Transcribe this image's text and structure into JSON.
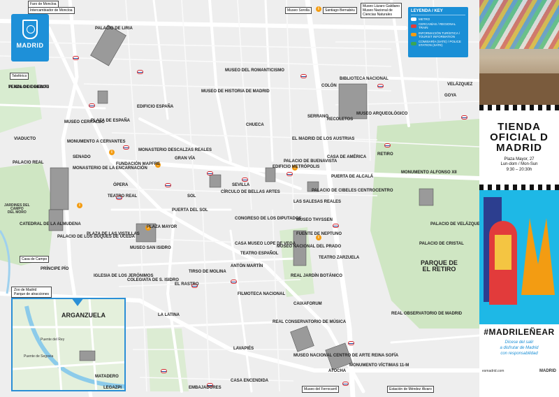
{
  "logo": {
    "text": "MADRID"
  },
  "header_tags": {
    "faro": "Faro de Moncloa",
    "intercambiador": "Intercambiador de Moncloa",
    "sorolla": "Museo Sorolla",
    "bernabeu": "Santiago Bernabéu",
    "museos_norte": "Museo Lázaro Galdiano\nMuseo Nacional de\nCiencias Naturales",
    "teleferico": "Teleférico",
    "casa_campo": "Casa de Campo",
    "ferrocarril": "Museo del Ferrocarril",
    "estacion_mendez": "Estación de Méndez Álvaro"
  },
  "legend": {
    "title": "LEYENDA / KEY",
    "items": [
      {
        "label": "METRO",
        "color": "#ffffff"
      },
      {
        "label": "CERCANÍAS / REGIONAL TRAIN",
        "color": "#e23b3b"
      },
      {
        "label": "INFORMACIÓN TURÍSTICA / TOURIST INFORMATION",
        "color": "#f39c12"
      },
      {
        "label": "COMISARÍA (SATE) / POLICE STATION (SATE)",
        "color": "#3aa655"
      }
    ]
  },
  "inset": {
    "header": "Zoo de Madrid\nParque de atracciones",
    "title": "ARGANZUELA",
    "labels": [
      "Puente del Rey",
      "Puente de Segovia",
      "MATADERO",
      "LEGAZPI"
    ]
  },
  "areas": {
    "retiro": "PARQUE DE\nEL RETIRO",
    "campo_moro": "JARDINES DEL\nCAMPO\nDEL MORO"
  },
  "landmarks": [
    "TEMPLO DE DEBOD",
    "PALACIO DE LIRIA",
    "PLAZA DE ESPAÑA",
    "EDIFICIO ESPAÑA",
    "MUSEO CERRALBO",
    "MONUMENTO A CERVANTES",
    "SENADO",
    "PALACIO REAL",
    "CATEDRAL DE LA ALMUDENA",
    "MONASTERIO DESCALZAS REALES",
    "MONASTERIO DE LA ENCARNACIÓN",
    "TEATRO REAL",
    "PUERTA DEL SOL",
    "PLAZA MAYOR",
    "GRAN VÍA",
    "EDIFICIO METRÓPOLIS",
    "CÍRCULO DE BELLAS ARTES",
    "MUSEO THYSSEN",
    "CONGRESO DE LOS DIPUTADOS",
    "FUENTE DE NEPTUNO",
    "MUSEO NACIONAL DEL PRADO",
    "PALACIO DE CIBELES CENTROCENTRO",
    "PUERTA DE ALCALÁ",
    "BIBLIOTECA NACIONAL",
    "MUSEO ARQUEOLÓGICO",
    "CAIXAFORUM",
    "REAL JARDÍN BOTÁNICO",
    "MUSEO NACIONAL CENTRO DE ARTE REINA SOFÍA",
    "REAL CONSERVATORIO DE MÚSICA",
    "MONUMENTO VÍCTIMAS 11-M",
    "ATOCHA",
    "MUSEO DE HISTORIA DE MADRID",
    "MUSEO DEL ROMANTICISMO",
    "COLEGIATA DE S. ISIDRO",
    "PALACIO DE BUENAVISTA",
    "CASA DE AMÉRICA",
    "MONUMENTO ALFONSO XII",
    "PALACIO DE CRISTAL",
    "PALACIO DE VELÁZQUEZ",
    "REAL OBSERVATORIO DE MADRID",
    "EL RASTRO",
    "LAVAPIÉS",
    "TIRSO DE MOLINA",
    "FILMOTECA NACIONAL",
    "CASA ENCENDIDA",
    "EMBAJADORES",
    "CHUECA",
    "COLÓN",
    "RECOLETOS",
    "SERRANO",
    "VELÁZQUEZ",
    "GOYA",
    "RETIRO",
    "SEVILLA",
    "SOL",
    "ÓPERA",
    "LA LATINA",
    "ANTÓN MARTÍN",
    "LAS SALESAS REALES",
    "TEATRO ESPAÑOL",
    "CASA MUSEO LOPE DE VEGA",
    "TEATRO ZARZUELA",
    "IGLESIA DE LOS JERÓNIMOS",
    "MUSEO SAN ISIDRO",
    "PALACIO DE LOS DUQUES DE UCEDA",
    "VIADUCTO",
    "PRÍNCIPE PÍO",
    "PLAZA DE LAS VISTILLAS",
    "EL MADRID DE LOS AUSTRIAS",
    "FUNDACIÓN MAPFRE",
    "PLAZA DE ORIENTE"
  ],
  "sidebar": {
    "store_name": "TIENDA\nOFICIAL D\nMADRID",
    "address": "Plaza Mayor, 27",
    "hours_line1": "Lun-dom / Mon-Sun",
    "hours_line2": "9:30 – 20:30h",
    "hashtag": "#MADRILEÑEAR",
    "subtitle": "Dícese del salir\na disfrutar de Madrid\ncon responsabilidad",
    "website": "esmadrid.com",
    "brand": "MADRID"
  }
}
